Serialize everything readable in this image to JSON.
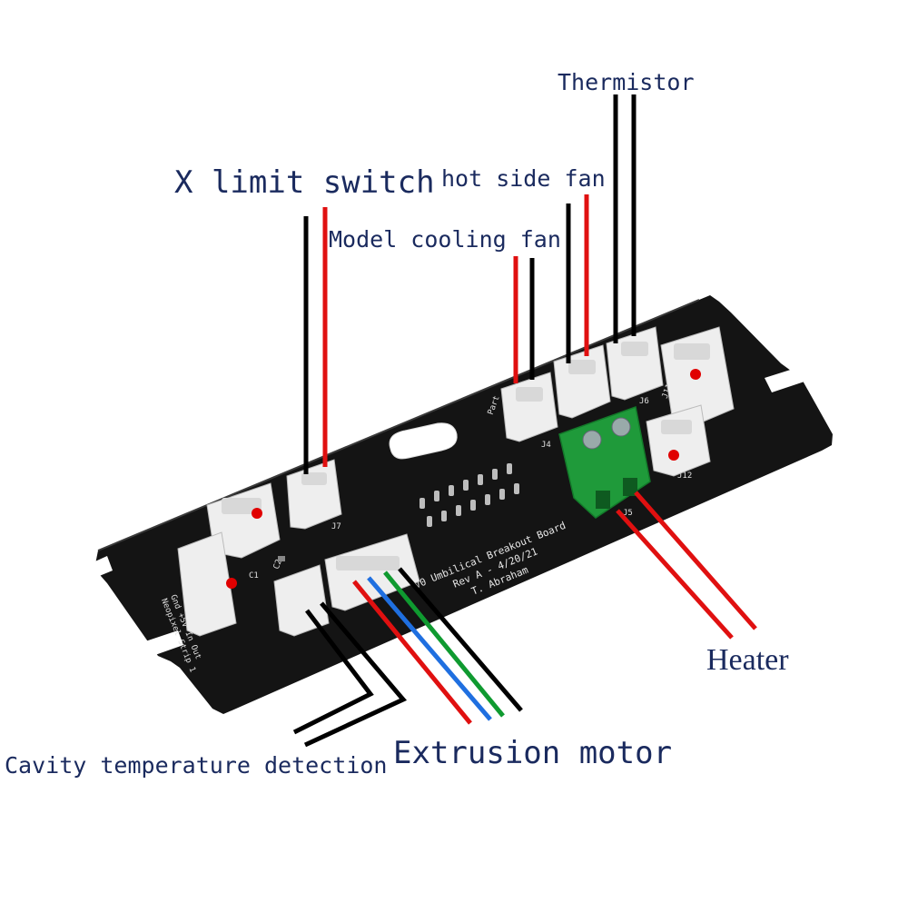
{
  "labels": {
    "thermistor": "Thermistor",
    "hot_side_fan": "hot side fan",
    "x_limit_switch": "X limit switch",
    "model_cooling_fan": "Model cooling fan",
    "heater": "Heater",
    "cavity_temperature_detection": "Cavity temperature detection",
    "extrusion_motor": "Extrusion motor"
  },
  "board": {
    "title_line1": "V0 Umbilical Breakout Board",
    "title_line2": "Rev A - 4/20/21",
    "title_line3": "T. Abraham",
    "silk_j4": "J4",
    "silk_j5": "J5",
    "silk_j6": "J6",
    "silk_j7": "J7",
    "silk_j11": "J11",
    "silk_j12": "J12",
    "silk_c1": "C1",
    "silk_c2": "C2",
    "silk_part": "Part",
    "silk_neopixel_line1": "Gnd +5V In Out",
    "silk_neopixel_line2": "Neopixel Strip 1"
  },
  "colors": {
    "label_text": "#1a2a5e",
    "pcb": "#141414",
    "connector": "#eeeeee",
    "terminal_block": "#1f9a3a",
    "wire_red": "#e01010",
    "wire_black": "#000000",
    "wire_blue": "#1f6fe0",
    "wire_green": "#0f9a30",
    "marker_dot": "#e00000"
  }
}
